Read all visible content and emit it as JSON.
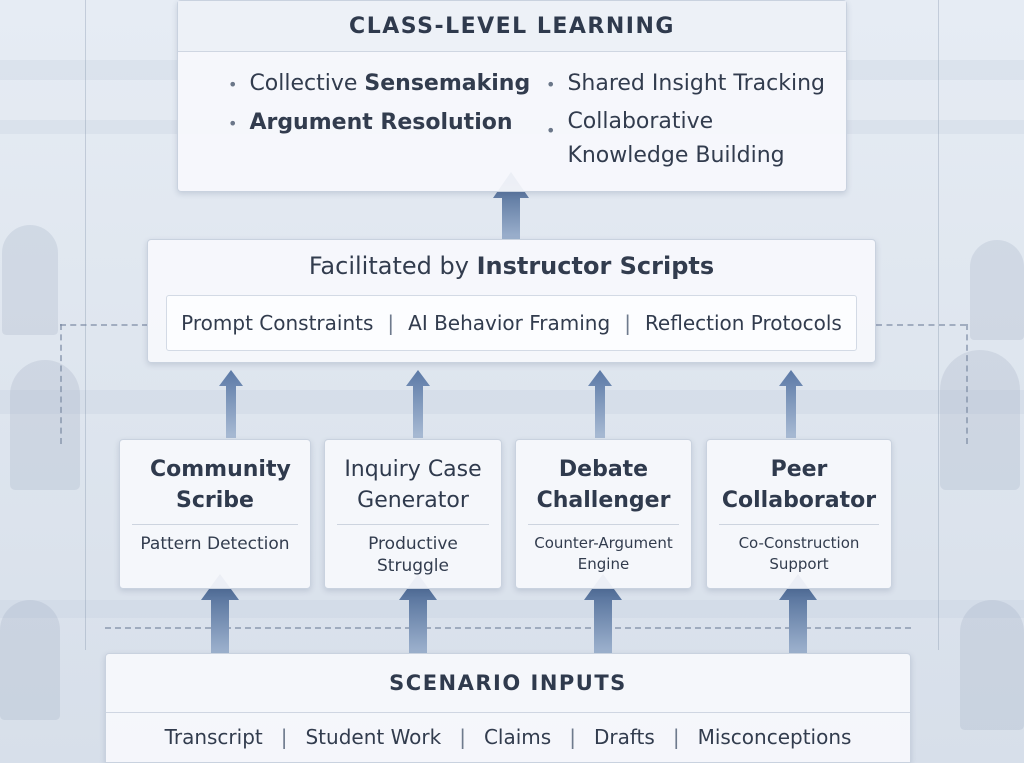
{
  "class_level": {
    "title": "CLASS-LEVEL LEARNING",
    "left_items": [
      {
        "pre": "Collective ",
        "bold": "Sensemaking"
      },
      {
        "pre": "",
        "bold": "Argument Resolution"
      }
    ],
    "right_items": [
      "Shared Insight Tracking",
      "Collaborative Knowledge Building"
    ]
  },
  "facilitation": {
    "title_pre": "Facilitated by ",
    "title_bold": "Instructor Scripts",
    "items": [
      "Prompt Constraints",
      "AI Behavior Framing",
      "Reflection Protocols"
    ],
    "separator": "|"
  },
  "agents": [
    {
      "title": "Community Scribe",
      "subtitle": "Pattern Detection"
    },
    {
      "title": "Inquiry Case Generator",
      "subtitle": "Productive Struggle"
    },
    {
      "title": "Debate Challenger",
      "subtitle": "Counter-Argument Engine"
    },
    {
      "title": "Peer Collaborator",
      "subtitle": "Co-Construction Support"
    }
  ],
  "scenario": {
    "title": "SCENARIO INPUTS",
    "items": [
      "Transcript",
      "Student Work",
      "Claims",
      "Drafts",
      "Misconceptions"
    ],
    "separator": "|"
  },
  "colors": {
    "arrow_dark": "#3f5e8c",
    "arrow_light": "#8ea6c8"
  }
}
